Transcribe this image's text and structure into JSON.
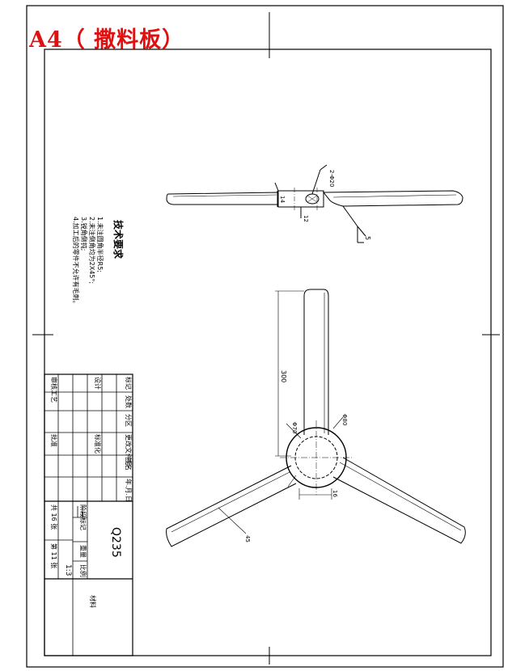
{
  "sheet_title": "A4（ 撒料板）",
  "technical_requirements": {
    "heading": "技术要求",
    "lines": [
      "1.未注圆角半径R5;",
      "2.未注倒角均为2X45°;",
      "3.锐角倒钝;",
      "4.加工后的零件不允许有毛刺。"
    ]
  },
  "dimensions": {
    "side_hole": "2-Φ20",
    "thickness": "12",
    "bevel_angle": "5",
    "height": "14",
    "blade_length": "300",
    "inner_diameter": "Φ70",
    "outer_diameter": "Φ80",
    "hub_offset": "16",
    "blade_width": "45"
  },
  "title_block": {
    "material": "Q235",
    "scale": "1:3",
    "scale_label": "比例",
    "weight_label": "重量",
    "mark_label": "阶段标记",
    "sheet_total": "共 16 张",
    "sheet_no": "第 11 张",
    "material_col_label": "材料",
    "labels": [
      "标记",
      "处数",
      "分区",
      "更改文件号",
      "签名",
      "年.月.日",
      "设计",
      "标准化",
      "审核",
      "工艺",
      "批准"
    ]
  }
}
